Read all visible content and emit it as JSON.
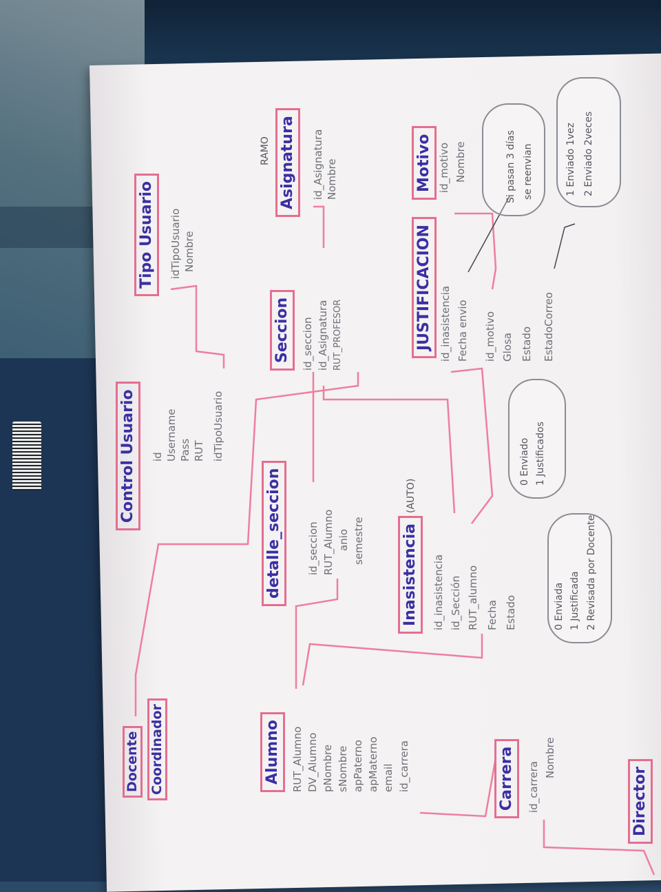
{
  "entities": {
    "docente": "Docente",
    "coordinador": "Coordinador",
    "director": "Director",
    "control_usuario": {
      "title": "Control Usuario",
      "fields": [
        "id",
        "Username",
        "Pass",
        "RUT",
        "idTipoUsuario"
      ]
    },
    "tipo_usuario": {
      "title": "Tipo Usuario",
      "fields": [
        "idTipoUsuario",
        "Nombre"
      ]
    },
    "asignatura": {
      "title": "Asignatura",
      "alias": "RAMO",
      "fields": [
        "id_Asignatura",
        "Nombre"
      ]
    },
    "seccion": {
      "title": "Seccion",
      "fields": [
        "id_seccion",
        "id_Asignatura",
        "RUT_PROFESOR"
      ]
    },
    "detalle_seccion": {
      "title": "detalle_seccion",
      "fields": [
        "id_seccion",
        "RUT_Alumno",
        "anio",
        "semestre"
      ]
    },
    "alumno": {
      "title": "Alumno",
      "fields": [
        "RUT_Alumno",
        "DV_Alumno",
        "pNombre",
        "sNombre",
        "apPaterno",
        "apMaterno",
        "email",
        "id_carrera"
      ]
    },
    "inasistencia": {
      "title": "Inasistencia",
      "auto": "(AUTO)",
      "fields": [
        "id_inasistencia",
        "id_Sección",
        "RUT_alumno",
        "Fecha",
        "Estado"
      ]
    },
    "justificacion": {
      "title": "JUSTIFICACION",
      "fields": [
        "id_inasistencia",
        "Fecha envio",
        "id_motivo",
        "Glosa",
        "Estado",
        "EstadoCorreo"
      ]
    },
    "motivo": {
      "title": "Motivo",
      "fields": [
        "id_motivo",
        "Nombre"
      ]
    },
    "carrera": {
      "title": "Carrera",
      "fields": [
        "id_carrera",
        "Nombre"
      ]
    }
  },
  "notes": {
    "estado_inasistencia": [
      "0 Enviada",
      "1 Justificada",
      "2 Revisada por Docente"
    ],
    "estado_justificacion": [
      "0 Enviado",
      "1 Justificados"
    ],
    "reenvio": [
      "Si pasan 3 días",
      "se reenvian"
    ],
    "estado_correo": [
      "1 Enviado 1vez",
      "2 Enviado 2veces"
    ]
  },
  "colors": {
    "ink_title": "#3b2fa3",
    "box": "#e46e8f",
    "link": "#ee7e9e",
    "field_ink": "#6d6f77",
    "paper": "#f3f1f2"
  }
}
